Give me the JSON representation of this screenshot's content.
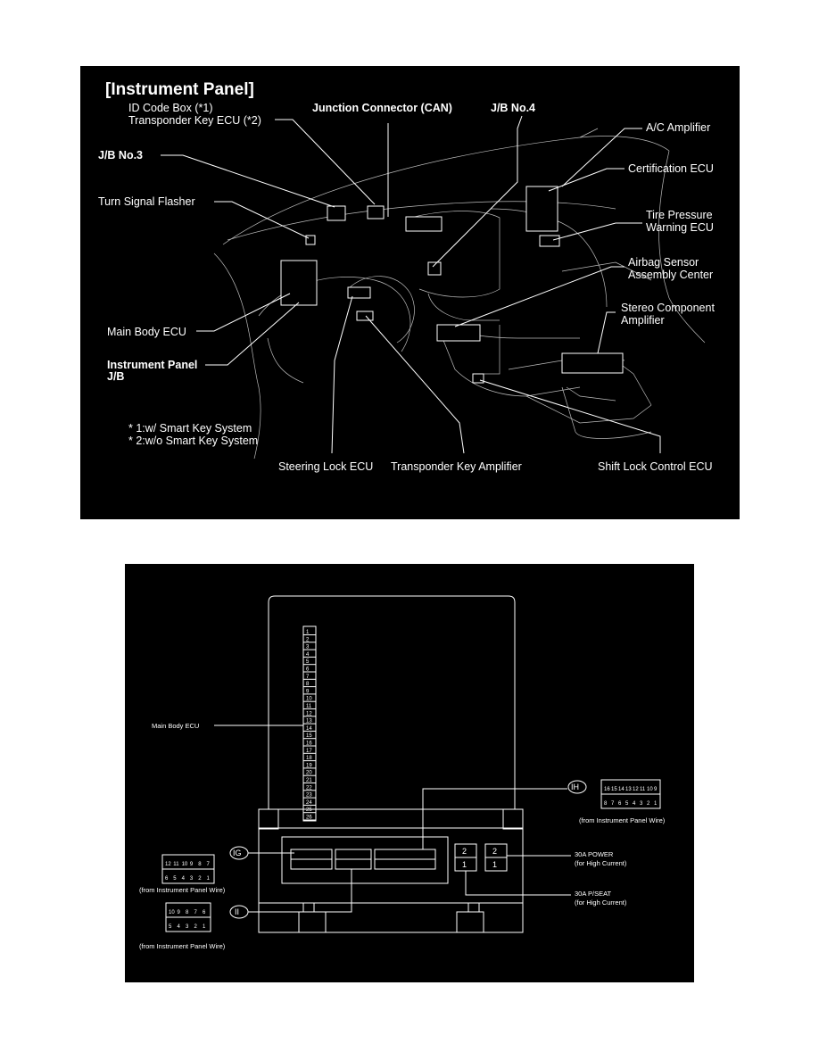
{
  "top": {
    "title": "[Instrument Panel]",
    "labels": {
      "id_code_box_1": "ID Code Box (*1)",
      "id_code_box_2": "Transponder Key ECU (*2)",
      "junction_connector": "Junction Connector (CAN)",
      "jb_no4": "J/B No.4",
      "ac_amplifier": "A/C Amplifier",
      "jb_no3": "J/B No.3",
      "certification_ecu": "Certification ECU",
      "turn_signal_flasher": "Turn Signal Flasher",
      "tire_pressure_1": "Tire Pressure",
      "tire_pressure_2": "Warning ECU",
      "airbag_1": "Airbag Sensor",
      "airbag_2": "Assembly Center",
      "stereo_1": "Stereo Component",
      "stereo_2": "Amplifier",
      "main_body_ecu": "Main Body ECU",
      "ip_jb_1": "Instrument Panel",
      "ip_jb_2": "J/B",
      "note_1": "* 1:w/ Smart Key System",
      "note_2": "* 2:w/o Smart Key System",
      "steering_lock_ecu": "Steering Lock ECU",
      "transponder_key_amp": "Transponder Key Amplifier",
      "shift_lock_ecu": "Shift Lock Control ECU"
    }
  },
  "bottom": {
    "main_body_ecu": "Main Body ECU",
    "ecu_pins": [
      "1",
      "2",
      "3",
      "4",
      "5",
      "6",
      "7",
      "8",
      "9",
      "10",
      "11",
      "12",
      "13",
      "14",
      "15",
      "16",
      "17",
      "18",
      "19",
      "20",
      "21",
      "22",
      "23",
      "24",
      "25",
      "26"
    ],
    "connector_ih": "IH",
    "connector_ig": "IG",
    "connector_ii": "II",
    "from_ip_wire": "(from Instrument Panel Wire)",
    "power_30a_1": "30A POWER",
    "power_30a_2": "(for High Current)",
    "pseat_30a_1": "30A P/SEAT",
    "pseat_30a_2": "(for High Current)",
    "ih_pins_top": [
      "16",
      "15",
      "14",
      "13",
      "12",
      "11",
      "10",
      "9"
    ],
    "ih_pins_bot": [
      "8",
      "7",
      "6",
      "5",
      "4",
      "3",
      "2",
      "1"
    ],
    "ig_pins_top": [
      "12",
      "11",
      "10",
      "9",
      "8",
      "7"
    ],
    "ig_pins_bot": [
      "6",
      "5",
      "4",
      "3",
      "2",
      "1"
    ],
    "ii_pins_top": [
      "10",
      "9",
      "8",
      "7",
      "6"
    ],
    "ii_pins_bot": [
      "5",
      "4",
      "3",
      "2",
      "1"
    ],
    "fuse_pins": [
      "2",
      "1"
    ]
  }
}
